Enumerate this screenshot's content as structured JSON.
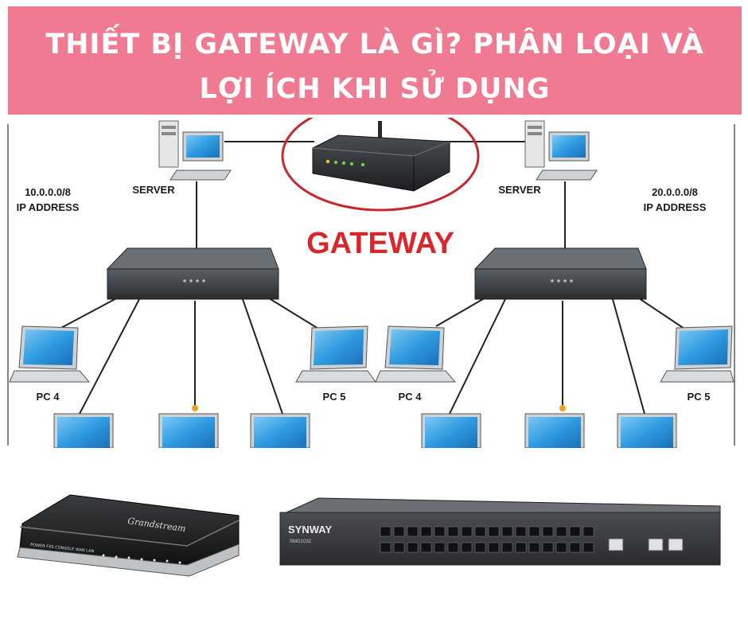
{
  "banner": {
    "line1": "THIẾT BỊ GATEWAY LÀ GÌ? PHÂN LOẠI VÀ",
    "line2": "LỢI ÍCH KHI SỬ DỤNG"
  },
  "diagram": {
    "gateway_label": "GATEWAY",
    "left_network": {
      "ip_line1": "10.0.0.0/8",
      "ip_line2": "IP ADDRESS",
      "server_label": "SERVER",
      "pc_left_label": "PC 4",
      "pc_right_label": "PC 5"
    },
    "right_network": {
      "ip_line1": "20.0.0.0/8",
      "ip_line2": "IP ADDRESS",
      "server_label": "SERVER",
      "pc_left_label": "PC 4",
      "pc_right_label": "PC 5"
    }
  },
  "products": {
    "left_brand": "Grandstream",
    "right_brand": "SYNWAY",
    "right_model": "SMG1032",
    "left_ports": "POWER  FXS  CONSOLE  WAN  LAN"
  },
  "colors": {
    "banner": "#ef7a92",
    "gateway_text": "#d8262b",
    "ellipse": "#c8282d",
    "screen": "#2f9be0"
  }
}
